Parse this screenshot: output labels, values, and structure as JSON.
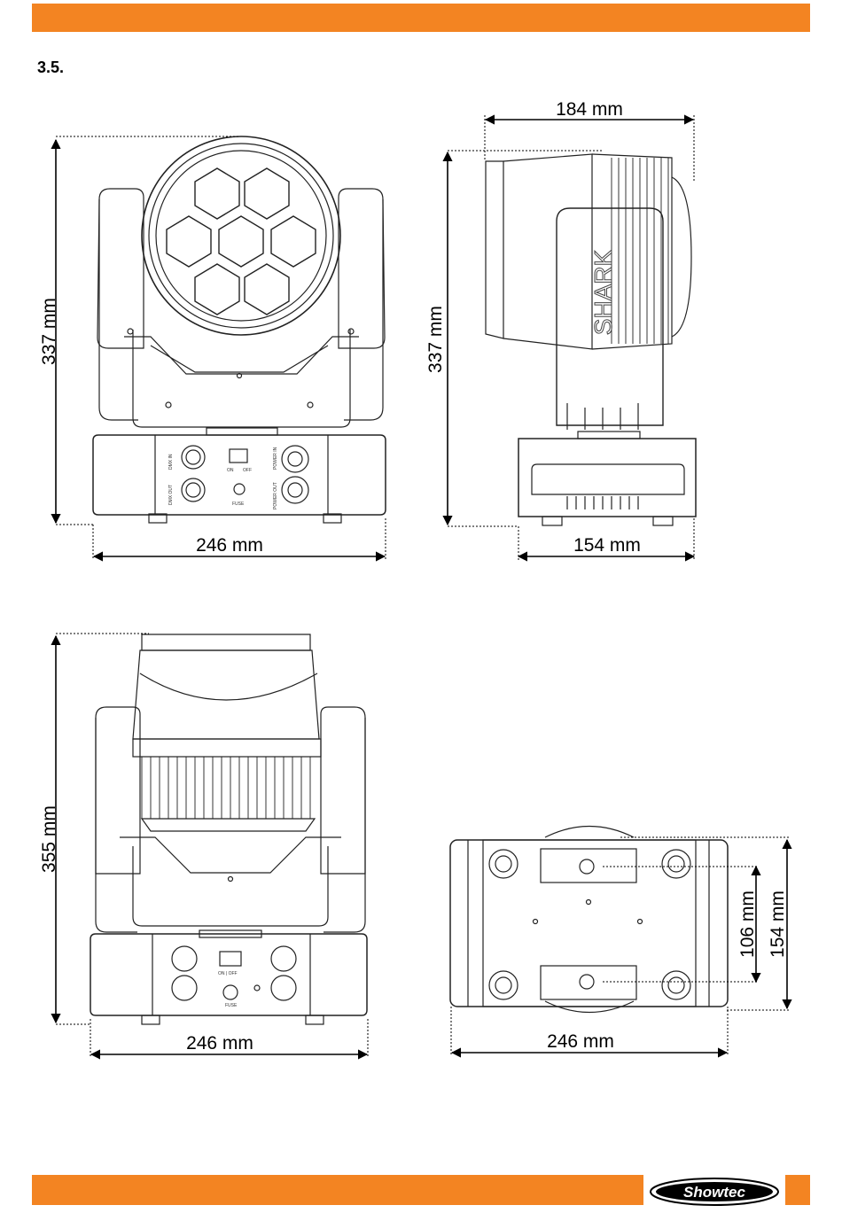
{
  "page": {
    "section_number": "3.5."
  },
  "dimensions": {
    "front_height": "337 mm",
    "front_width": "246 mm",
    "side_depth": "184 mm",
    "side_height": "337 mm",
    "side_width": "154 mm",
    "rear_height": "355 mm",
    "rear_width": "246 mm",
    "bottom_spacing": "106 mm",
    "bottom_depth": "154 mm",
    "bottom_width": "246 mm"
  },
  "panel_labels": {
    "dmx_in": "DMX IN",
    "dmx_out": "DMX OUT",
    "power_out": "POWER OUT",
    "power_in": "POWER IN",
    "on": "ON",
    "off": "OFF",
    "fuse": "FUSE",
    "on_off": "ON | OFF",
    "rear_fuse": "FUSE",
    "brand_side": "SHARK"
  },
  "brand": {
    "logo_text": "Showtec",
    "accent_color": "#f38422"
  }
}
